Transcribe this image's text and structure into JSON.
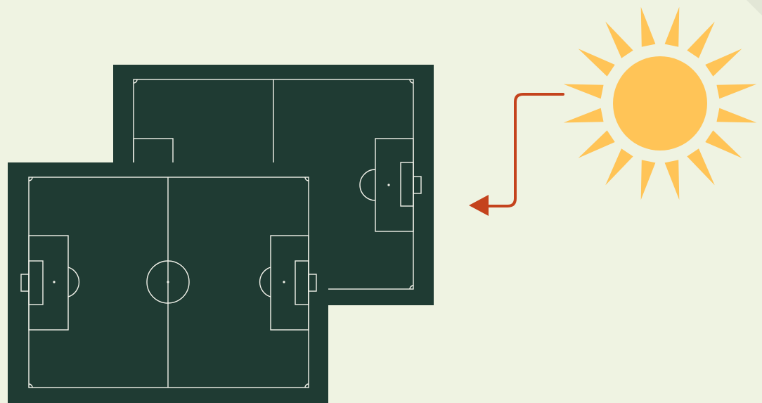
{
  "colors": {
    "background": "#eff3e2",
    "pitch": "#1f3b33",
    "pitch_lines": "#f2f2ea",
    "sun": "#ffc457",
    "arrow": "#c4431d",
    "corner_fold": "#e2e6d6"
  },
  "elements": {
    "back_pitch": "football-pitch-back",
    "front_pitch": "football-pitch-front",
    "sun": "sun-icon",
    "arrow": "arrow-icon"
  },
  "sun": {
    "ray_count": 16
  }
}
